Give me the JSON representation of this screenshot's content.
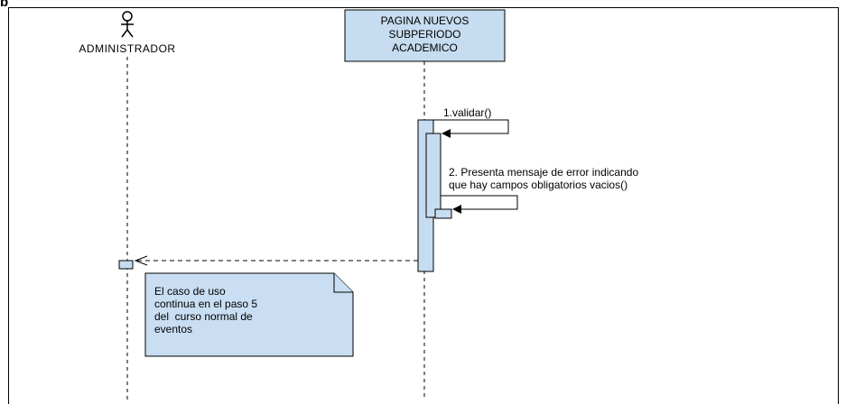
{
  "diagram": {
    "header_fragment": "p",
    "actor": {
      "label": "ADMINISTRADOR"
    },
    "page_object": {
      "label_lines": [
        "PAGINA NUEVOS",
        "SUBPERIODO",
        "ACADEMICO"
      ]
    },
    "messages": [
      {
        "label_lines": [
          "1.validar()"
        ]
      },
      {
        "label_lines": [
          "2. Presenta mensaje de error indicando",
          "que hay campos obligatorios vacios()"
        ]
      }
    ],
    "note": {
      "text_lines": [
        "El caso de uso",
        "continua en el paso 5",
        "del  curso normal de",
        "eventos"
      ]
    },
    "colors": {
      "lifeline_box_fill": "#c6dcf0",
      "activation_fill": "#c6dcf0",
      "note_fill": "#c9def2",
      "stroke": "#000000"
    }
  }
}
